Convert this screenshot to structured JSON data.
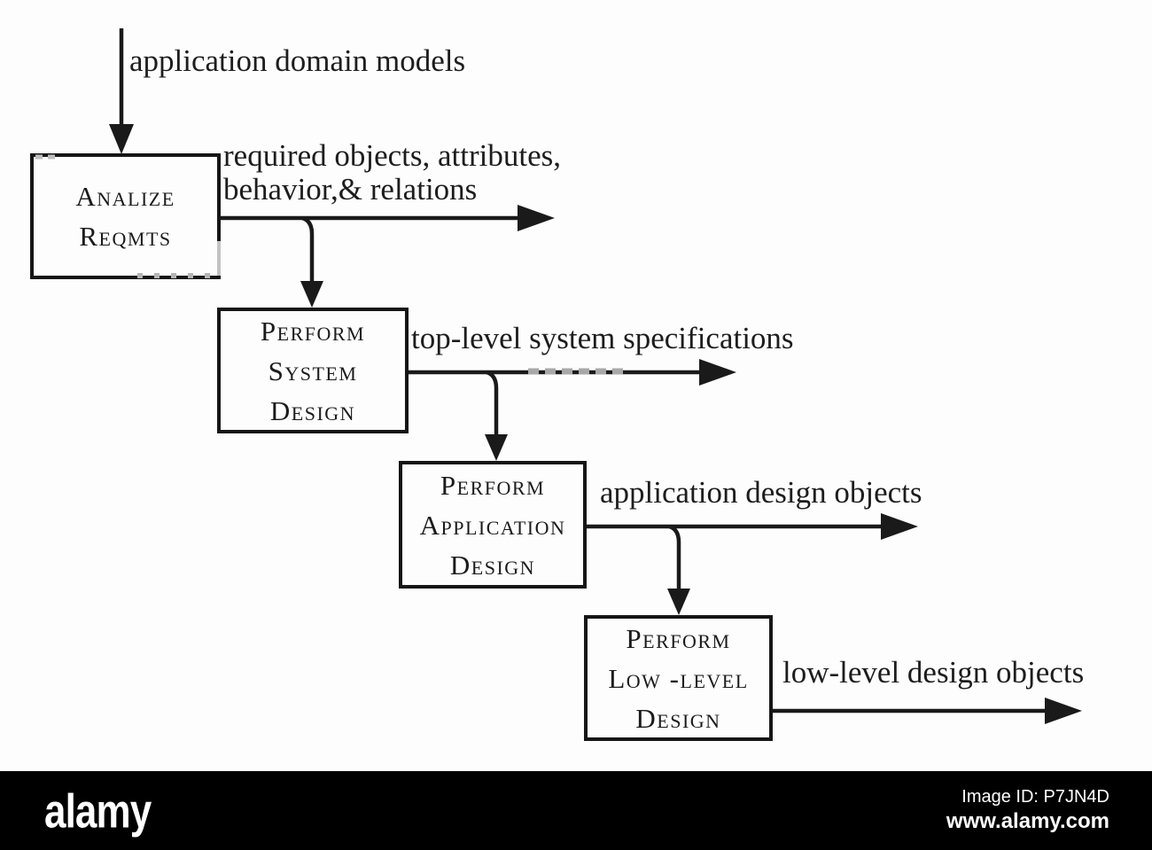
{
  "diagram": {
    "input_label": "application domain models",
    "boxes": [
      {
        "id": "analyze-reqmts",
        "lines": [
          "Analize",
          "Reqmts"
        ]
      },
      {
        "id": "perform-system-design",
        "lines": [
          "Perform",
          "System",
          "Design"
        ]
      },
      {
        "id": "perform-application-design",
        "lines": [
          "Perform",
          "Application",
          "Design"
        ]
      },
      {
        "id": "perform-low-level-design",
        "lines": [
          "Perform",
          "Low -level",
          "Design"
        ]
      }
    ],
    "edge_labels": [
      {
        "lines": [
          "required objects, attributes,",
          "behavior,& relations"
        ]
      },
      {
        "lines": [
          "top-level system specifications"
        ]
      },
      {
        "lines": [
          "application design objects"
        ]
      },
      {
        "lines": [
          "low-level design objects"
        ]
      }
    ],
    "line_color": "#1a1a1a",
    "background_color": "#fdfdfd"
  },
  "watermark_bar": {
    "brand": "alamy",
    "image_id": "Image ID: P7JN4D",
    "website": "www.alamy.com",
    "bar_color": "#000000",
    "text_color": "#ffffff"
  }
}
